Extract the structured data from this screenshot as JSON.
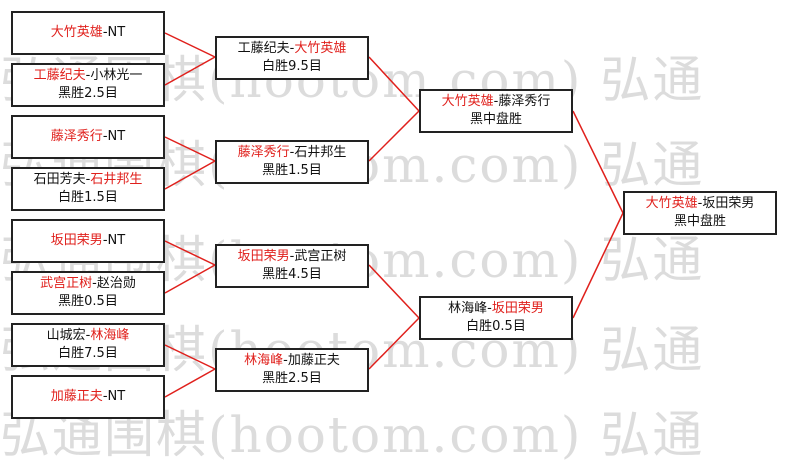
{
  "watermark": "弘通围棋(hootom.com) 弘通",
  "colors": {
    "winner": "#e0201c",
    "line": "#e0201c",
    "border": "#222222",
    "text": "#111111"
  },
  "matches": {
    "r1_m1": {
      "p1": "大竹英雄",
      "sep": "-",
      "p2": "NT",
      "winner": "p1",
      "result": ""
    },
    "r1_m2": {
      "p1": "工藤纪夫",
      "sep": "-",
      "p2": "小林光一",
      "winner": "p1",
      "result": "黑胜2.5目"
    },
    "r1_m3": {
      "p1": "藤泽秀行",
      "sep": "-",
      "p2": "NT",
      "winner": "p1",
      "result": ""
    },
    "r1_m4": {
      "p1": "石田芳夫",
      "sep": "-",
      "p2": "石井邦生",
      "winner": "p2",
      "result": "白胜1.5目"
    },
    "r1_m5": {
      "p1": "坂田荣男",
      "sep": "-",
      "p2": "NT",
      "winner": "p1",
      "result": ""
    },
    "r1_m6": {
      "p1": "武宫正树",
      "sep": "-",
      "p2": "赵治勋",
      "winner": "p1",
      "result": "黑胜0.5目"
    },
    "r1_m7": {
      "p1": "山城宏",
      "sep": "-",
      "p2": "林海峰",
      "winner": "p2",
      "result": "白胜7.5目"
    },
    "r1_m8": {
      "p1": "加藤正夫",
      "sep": "-",
      "p2": "NT",
      "winner": "p1",
      "result": ""
    },
    "r2_m1": {
      "p1": "工藤纪夫",
      "sep": "-",
      "p2": "大竹英雄",
      "winner": "p2",
      "result": "白胜9.5目"
    },
    "r2_m2": {
      "p1": "藤泽秀行",
      "sep": "-",
      "p2": "石井邦生",
      "winner": "p1",
      "result": "黑胜1.5目"
    },
    "r2_m3": {
      "p1": "坂田荣男",
      "sep": "-",
      "p2": "武宫正树",
      "winner": "p1",
      "result": "黑胜4.5目"
    },
    "r2_m4": {
      "p1": "林海峰",
      "sep": "-",
      "p2": "加藤正夫",
      "winner": "p1",
      "result": "黑胜2.5目"
    },
    "r3_m1": {
      "p1": "大竹英雄",
      "sep": "-",
      "p2": "藤泽秀行",
      "winner": "p1",
      "result": "黑中盘胜"
    },
    "r3_m2": {
      "p1": "林海峰",
      "sep": "-",
      "p2": "坂田荣男",
      "winner": "p2",
      "result": "白胜0.5目"
    },
    "final": {
      "p1": "大竹英雄",
      "sep": "-",
      "p2": "坂田荣男",
      "winner": "p1",
      "result": "黑中盘胜"
    }
  }
}
